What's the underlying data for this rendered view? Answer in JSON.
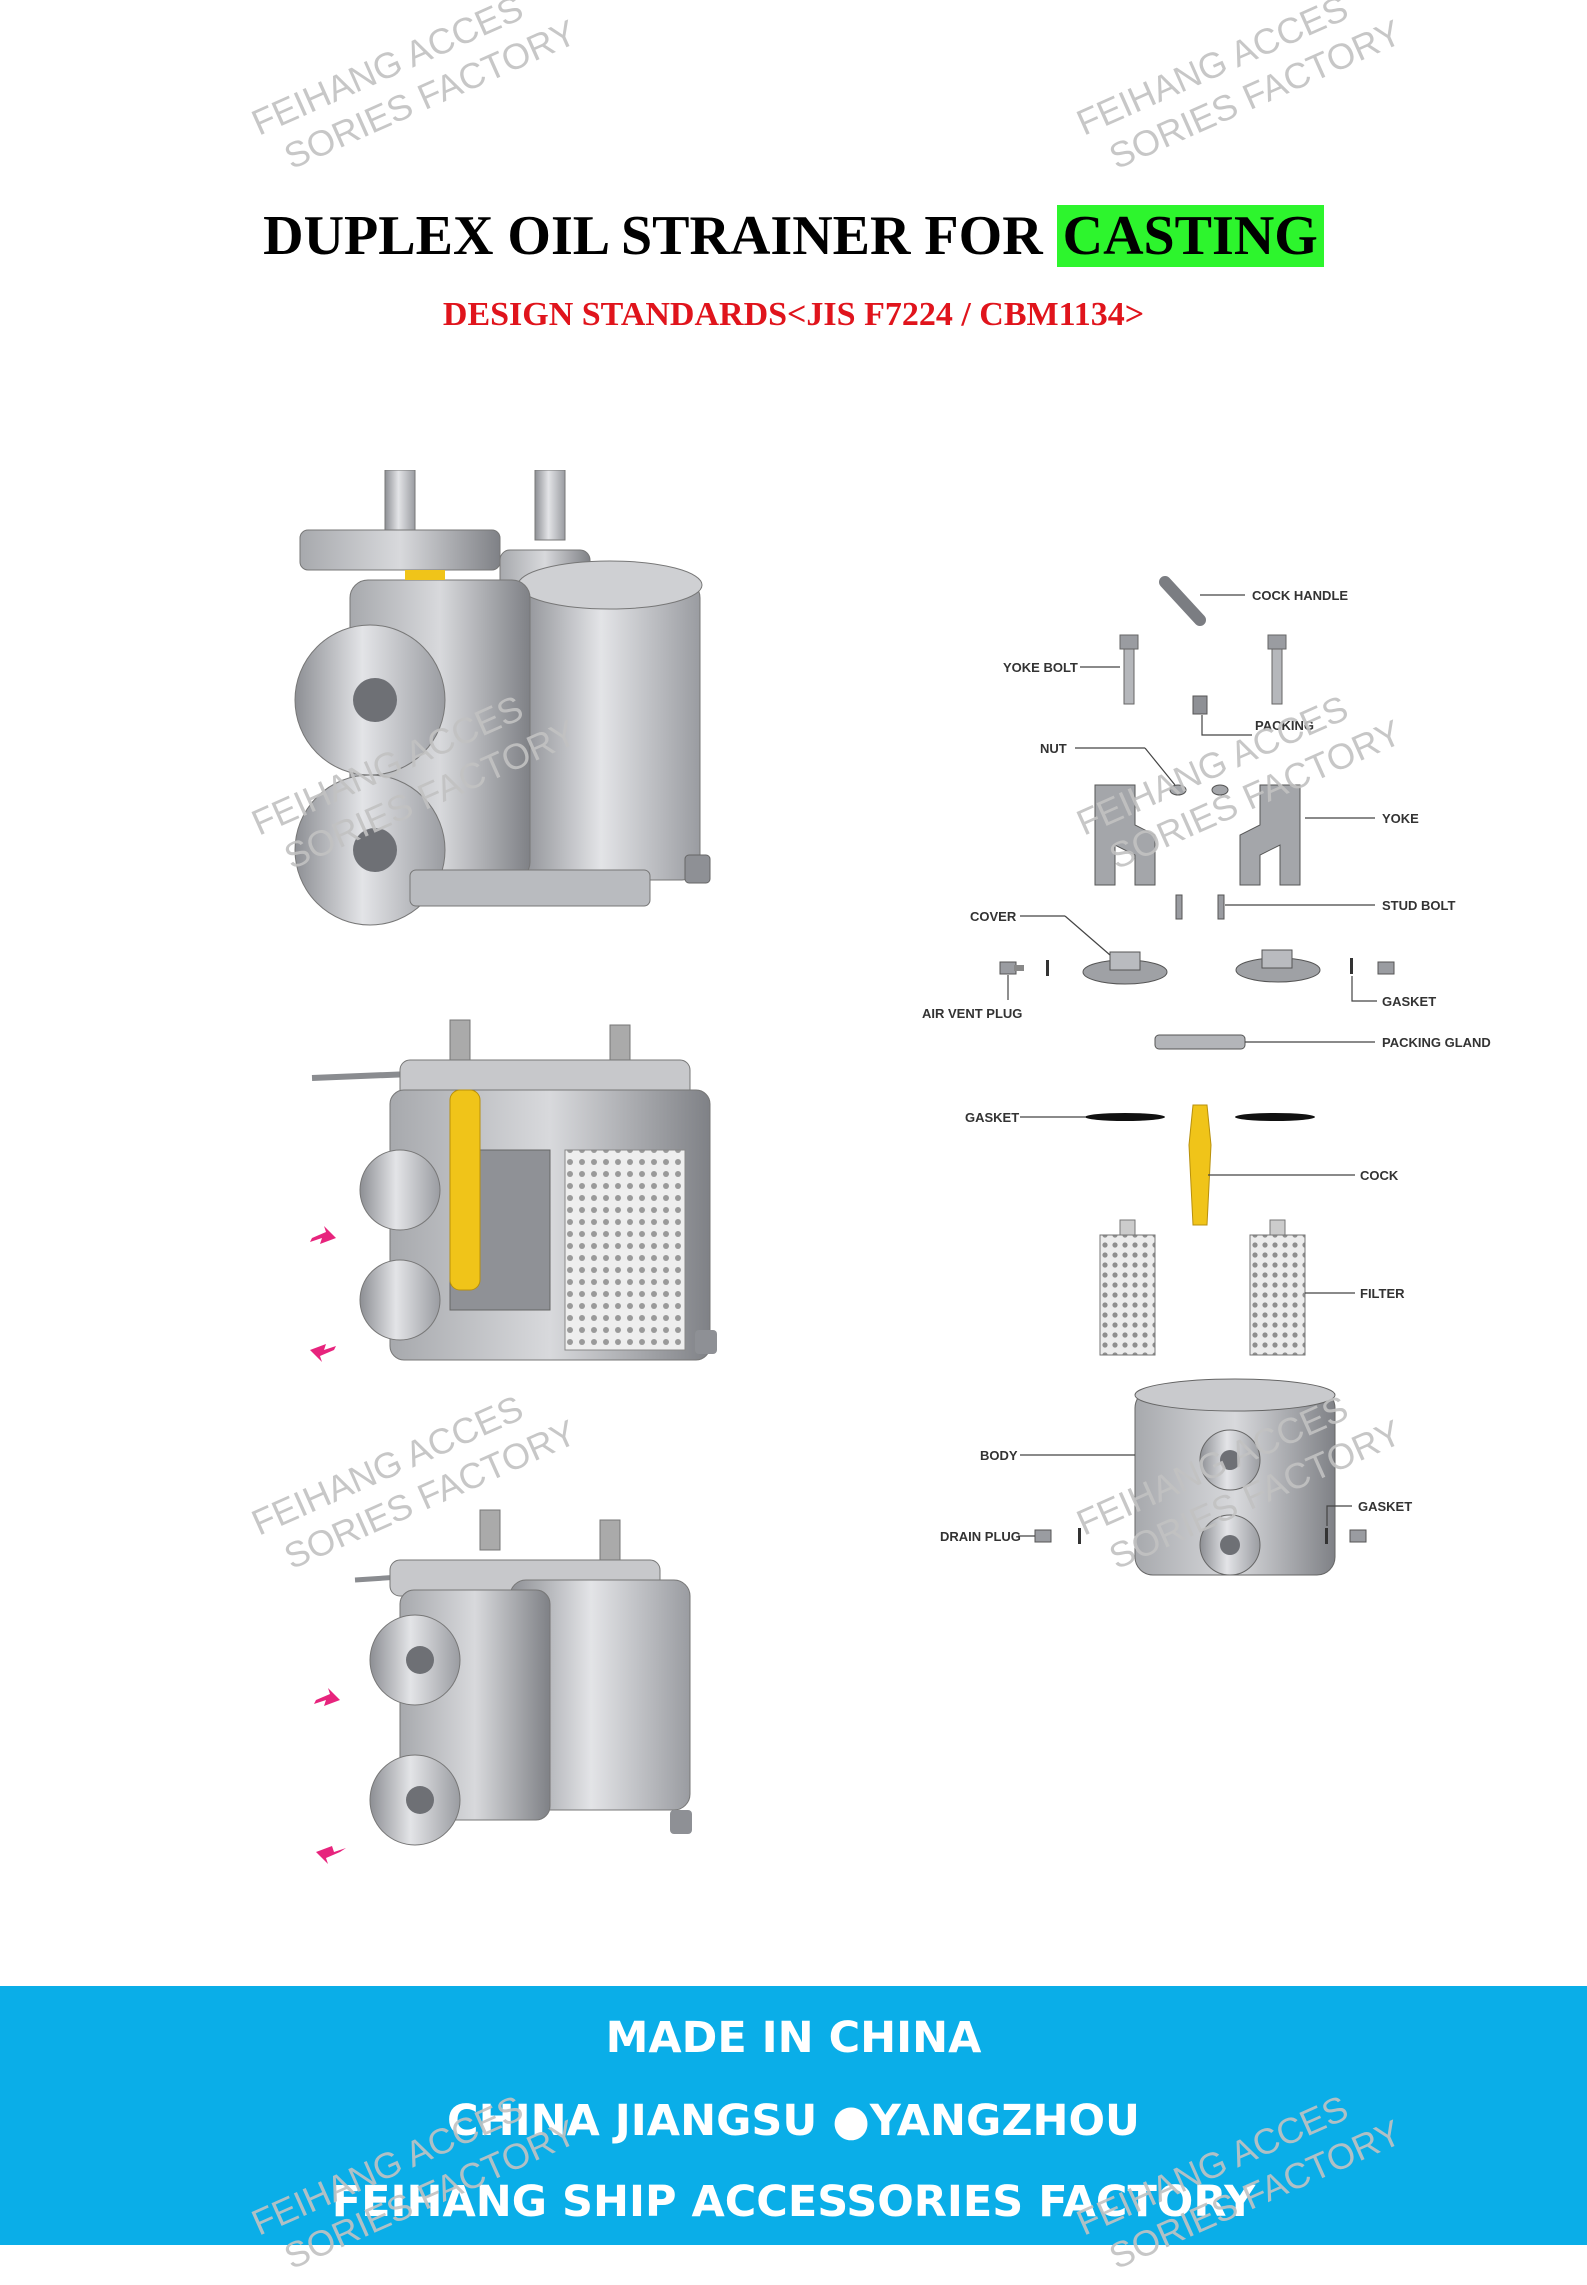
{
  "title": {
    "main": "DUPLEX OIL STRAINER FOR",
    "highlight": "CASTING"
  },
  "subtitle": "DESIGN STANDARDS<JIS F7224 / CBM1134>",
  "watermark": {
    "line1": "FEIHANG ACCES",
    "line2": "SORIES FACTORY"
  },
  "parts": {
    "cock_handle": "COCK HANDLE",
    "yoke_bolt": "YOKE BOLT",
    "packing": "PACKING",
    "nut": "NUT",
    "yoke": "YOKE",
    "stud_bolt": "STUD BOLT",
    "cover": "COVER",
    "gasket_top": "GASKET",
    "air_vent_plug": "AIR VENT PLUG",
    "packing_gland": "PACKING GLAND",
    "gasket_mid": "GASKET",
    "cock": "COCK",
    "filter": "FILTER",
    "body": "BODY",
    "drain_plug": "DRAIN PLUG",
    "gasket_bottom": "GASKET"
  },
  "footer": {
    "line1": "MADE IN CHINA",
    "line2": "CHINA JIANGSU   ●YANGZHOU",
    "line3": "FEIHANG SHIP ACCESSORIES FACTORY"
  },
  "colors": {
    "highlight": "#2df52d",
    "subtitle": "#e0141c",
    "footer_bg": "#0aaee8",
    "arrow": "#e7247d",
    "cock": "#f0c419"
  }
}
